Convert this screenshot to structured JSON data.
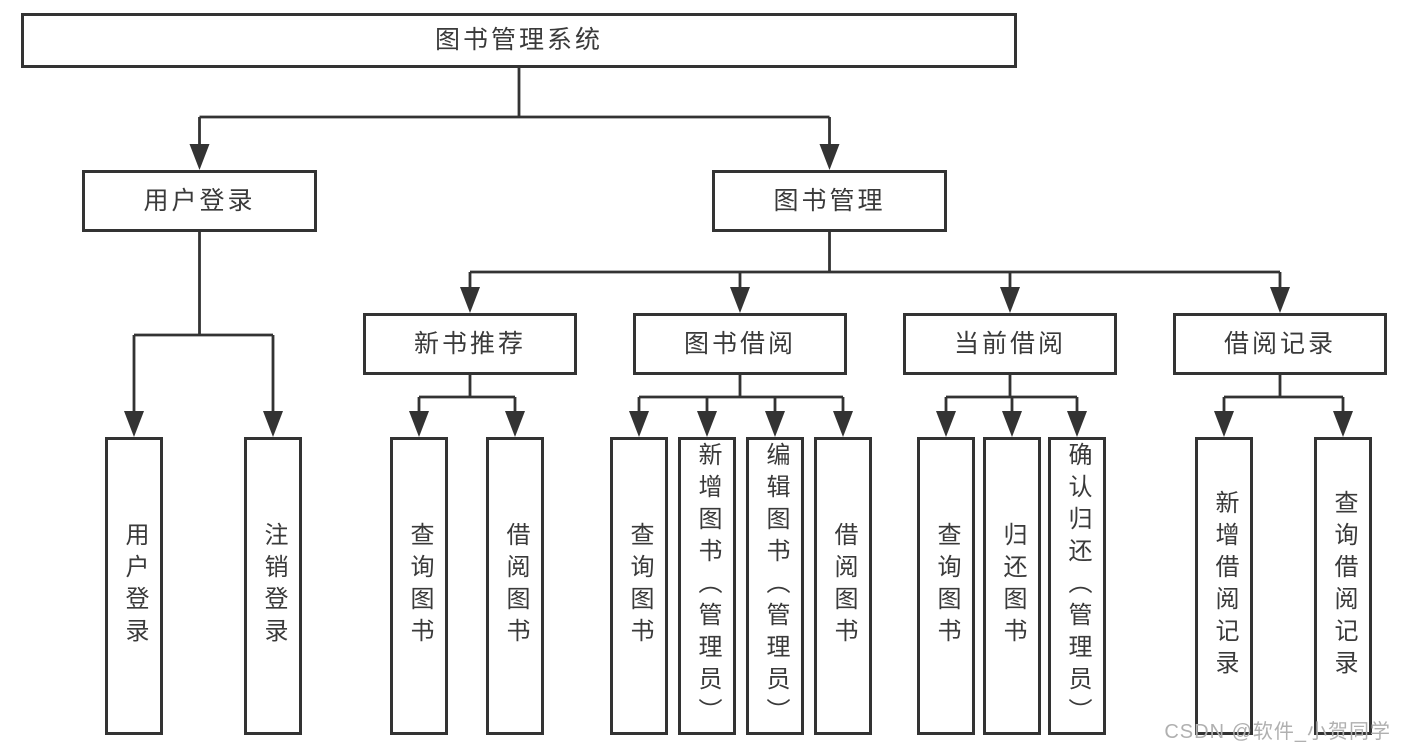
{
  "diagram_title": "图书管理系统",
  "modules": [
    {
      "label": "用户登录",
      "children": [
        {
          "label": "用户登录"
        },
        {
          "label": "注销登录"
        }
      ]
    },
    {
      "label": "图书管理",
      "children": [
        {
          "label": "新书推荐",
          "children": [
            {
              "label": "查询图书"
            },
            {
              "label": "借阅图书"
            }
          ]
        },
        {
          "label": "图书借阅",
          "children": [
            {
              "label": "查询图书"
            },
            {
              "label": "新增图书（管理员）"
            },
            {
              "label": "编辑图书（管理员）"
            },
            {
              "label": "借阅图书"
            }
          ]
        },
        {
          "label": "当前借阅",
          "children": [
            {
              "label": "查询图书"
            },
            {
              "label": "归还图书"
            },
            {
              "label": "确认归还（管理员）"
            }
          ]
        },
        {
          "label": "借阅记录",
          "children": [
            {
              "label": "新增借阅记录"
            },
            {
              "label": "查询借阅记录"
            }
          ]
        }
      ]
    }
  ],
  "watermark": {
    "text": "CSDN @软件_小贺同学"
  },
  "colors": {
    "line": "#333333",
    "border": "#333333",
    "text": "#3a3a3a",
    "watermark": "#b0b0b0",
    "background": "#ffffff"
  }
}
